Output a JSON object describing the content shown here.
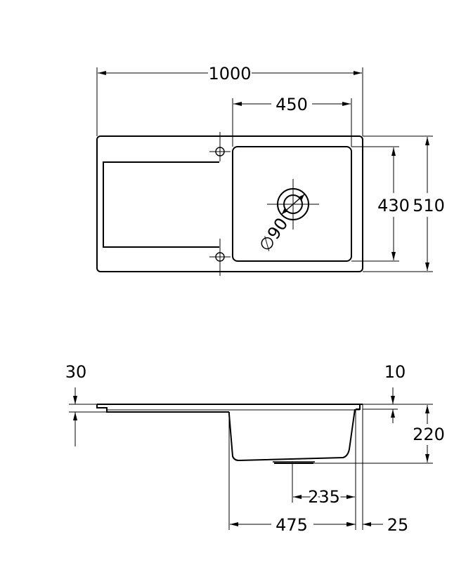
{
  "top_view": {
    "overall_width": "1000",
    "bowl_width": "450",
    "bowl_depth": "430",
    "overall_depth": "510",
    "drain_diameter": "∅90"
  },
  "side_view": {
    "rim_thickness": "30",
    "edge_thickness": "10",
    "bowl_height": "220",
    "drain_offset": "235",
    "bowl_length": "475",
    "wall_offset": "25"
  }
}
